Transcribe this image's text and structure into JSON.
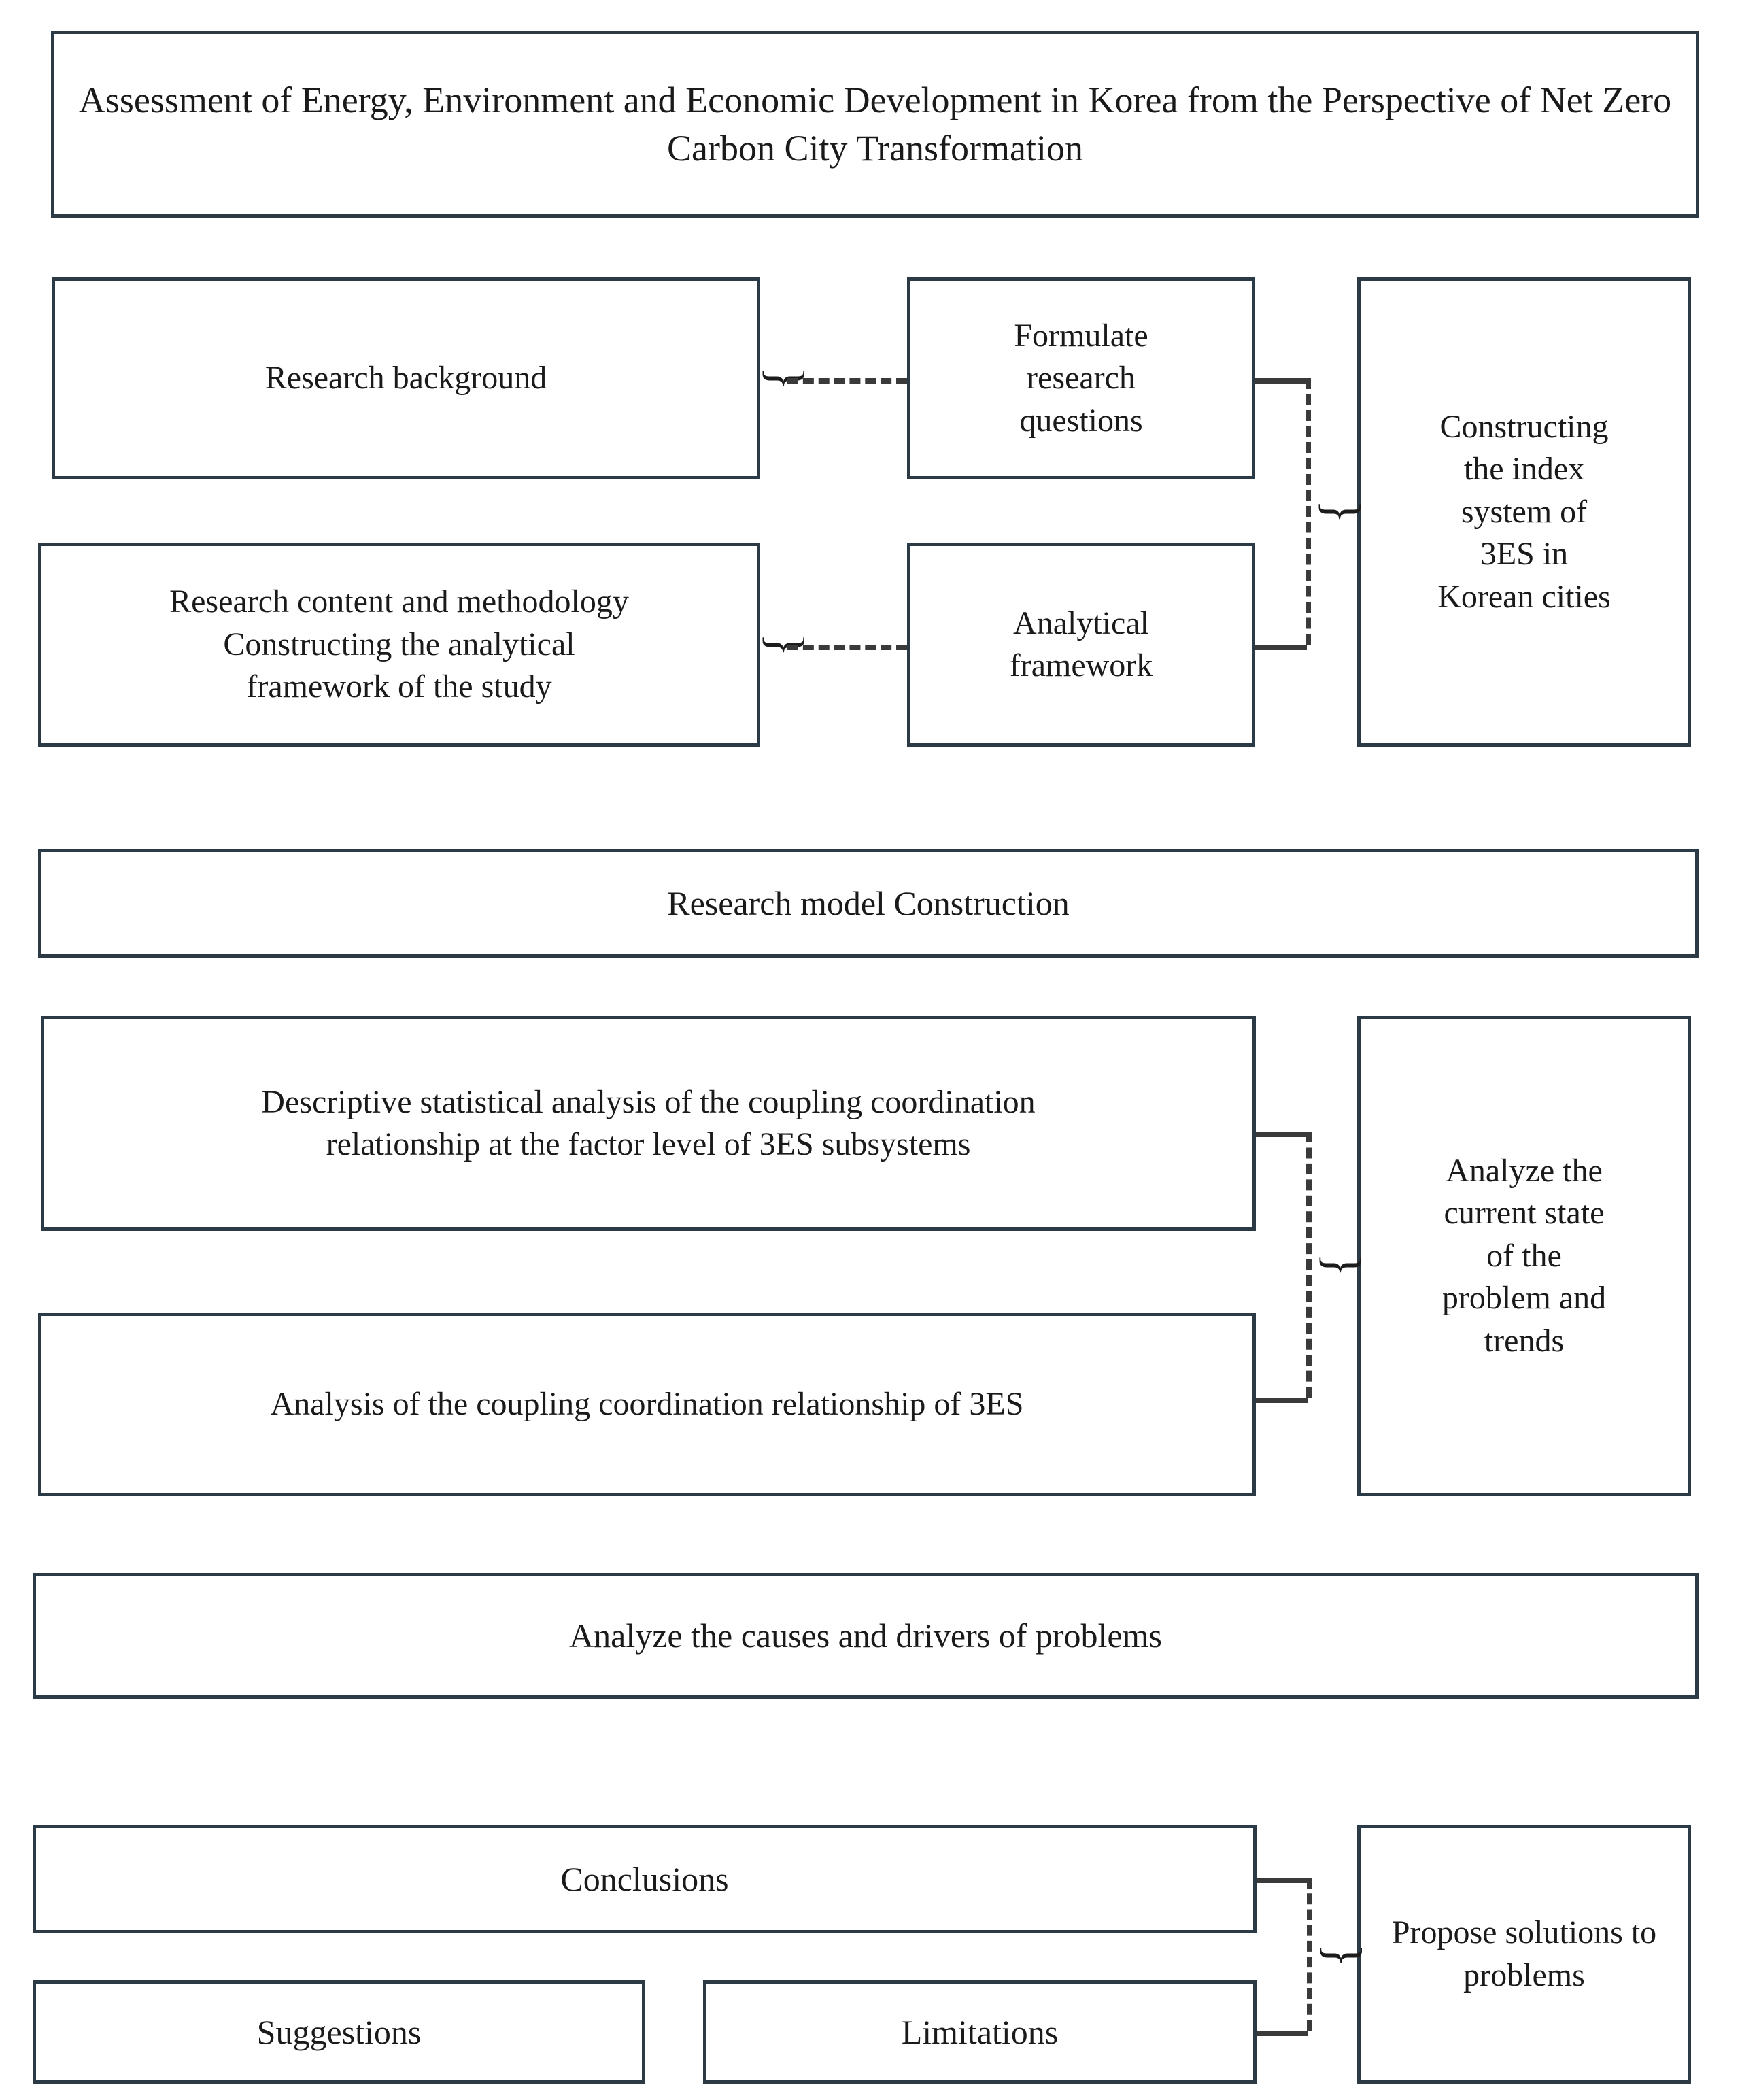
{
  "diagram": {
    "type": "flowchart",
    "title_box": {
      "text": "Assessment of Energy, Environment and Economic Development in Korea from the Perspective of Net Zero Carbon City Transformation"
    },
    "stage1": {
      "left": [
        {
          "text": "Research background"
        },
        {
          "text": "Research content and methodology\nConstructing the analytical\nframework of the study"
        }
      ],
      "middle": [
        {
          "text": "Formulate\nresearch\nquestions"
        },
        {
          "text": "Analytical\nframework"
        }
      ],
      "right": {
        "text": "Constructing\nthe index\nsystem of\n3ES in\nKorean cities"
      }
    },
    "band_model": {
      "text": "Research model Construction"
    },
    "stage2": {
      "left": [
        {
          "text": "Descriptive statistical analysis of the coupling coordination\nrelationship at the factor level of 3ES subsystems"
        },
        {
          "text": "Analysis of the coupling coordination relationship of 3ES"
        }
      ],
      "right": {
        "text": "Analyze the\ncurrent state\nof the\nproblem and\ntrends"
      }
    },
    "band_causes": {
      "text": "Analyze the causes and drivers of problems"
    },
    "stage3": {
      "left": [
        {
          "text": "Conclusions"
        },
        {
          "text": "Suggestions"
        },
        {
          "text": "Limitations"
        }
      ],
      "right": {
        "text": "Propose solutions to problems"
      }
    },
    "connector_glyph": "{",
    "colors": {
      "box_border": "#2b3a44",
      "connector": "#3a3a3a",
      "text": "#1a1a1a",
      "background": "#ffffff"
    }
  }
}
